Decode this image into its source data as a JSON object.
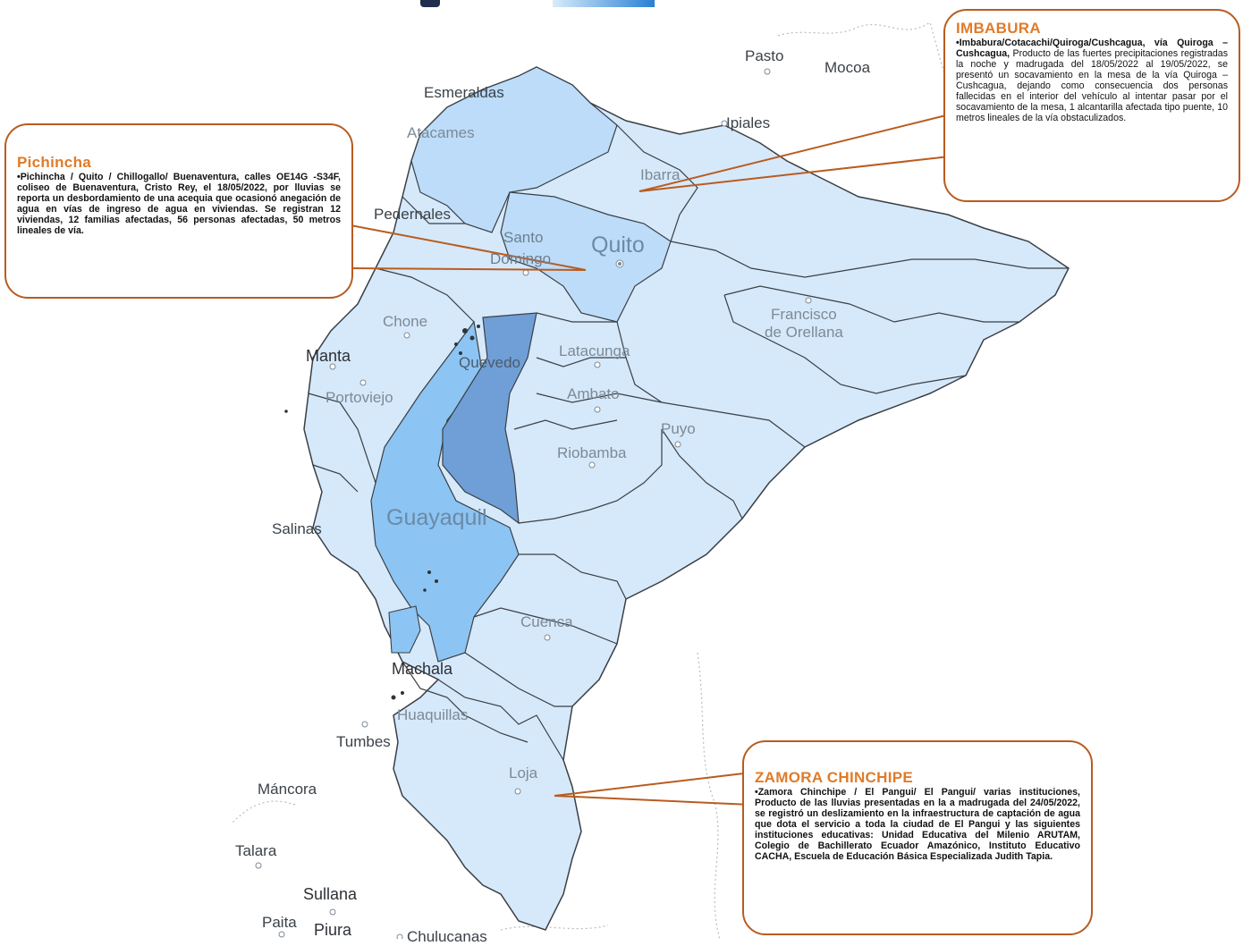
{
  "places": {
    "pasto": "Pasto",
    "mocoa": "Mocoa",
    "ipiales": "Ipiales",
    "esmeraldas": "Esmeraldas",
    "atacames": "Atacames",
    "ibarra": "Ibarra",
    "pedernales": "Pedernales",
    "santo_domingo_1": "Santo",
    "santo_domingo_2": "Domingo",
    "quito": "Quito",
    "chone": "Chone",
    "manta": "Manta",
    "portoviejo": "Portoviejo",
    "quevedo": "Quevedo",
    "latacunga": "Latacunga",
    "ambato": "Ambato",
    "francisco_1": "Francisco",
    "francisco_2": "de Orellana",
    "puyo": "Puyo",
    "riobamba": "Riobamba",
    "salinas": "Salinas",
    "guayaquil": "Guayaquil",
    "cuenca": "Cuenca",
    "machala": "Machala",
    "huaquillas": "Huaquillas",
    "tumbes": "Tumbes",
    "loja": "Loja",
    "mancora": "Máncora",
    "talara": "Talara",
    "sullana": "Sullana",
    "paita": "Paita",
    "piura": "Piura",
    "chulucanas": "Chulucanas"
  },
  "callouts": {
    "imbabura": {
      "title": "IMBABURA",
      "bold": "•Imbabura/Cotacachi/Quiroga/Cushcagua, vía Quiroga – Cushcagua,",
      "text": " Producto de las fuertes precipitaciones registradas la noche y madrugada del 18/05/2022 al 19/05/2022, se presentó un socavamiento en la mesa de la vía Quiroga – Cushcagua, dejando como consecuencia dos personas fallecidas en el interior del vehículo al intentar pasar por el socavamiento de la mesa, 1 alcantarilla afectada tipo puente, 10 metros lineales de la vía obstaculizados."
    },
    "pichincha": {
      "title": "Pichincha",
      "bold": "•Pichincha / Quito / Chillogallo/ Buenaventura, calles OE14G -S34F, coliseo de Buenaventura, Cristo Rey, el 18/05/2022, por lluvias se reporta un desbordamiento de una acequia que ocasionó anegación de agua en vías de ingreso de agua en viviendas. Se registran 12 viviendas, 12 familias afectadas, 56 personas afectadas, 50 metros lineales de vía."
    },
    "zamora": {
      "title": "ZAMORA CHINCHIPE",
      "bold": "•Zamora Chinchipe / El Pangui/ El Pangui/ varias instituciones, Producto de las lluvias presentadas en la a madrugada del 24/05/2022, se registró un deslizamiento en la infraestructura de captación de agua que dota el servicio a toda la ciudad de El Pangui y las siguientes instituciones educativas: Unidad Educativa del Milenio ARUTAM, Colegio de Bachillerato Ecuador Amazónico, Instituto Educativo CACHA, Escuela de Educación Básica Especializada Judith Tapia."
    }
  },
  "colors": {
    "light": "#d6e9fb",
    "medium_light": "#bcdcf9",
    "medium": "#8cc4f3",
    "dark": "#6f9fd6",
    "callout_border": "#b85c1f",
    "callout_title": "#e07b29"
  }
}
